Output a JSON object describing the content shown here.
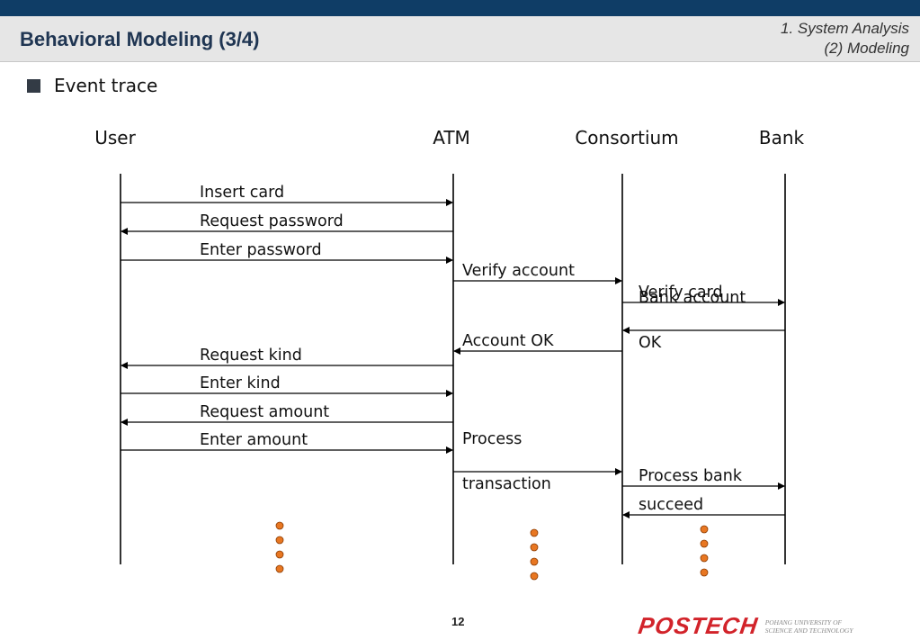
{
  "header": {
    "title": "Behavioral Modeling (3/4)",
    "section_line1": "1. System Analysis",
    "section_line2": "(2) Modeling"
  },
  "bullet": {
    "text": "Event trace"
  },
  "actors": [
    "User",
    "ATM",
    "Consortium",
    "Bank"
  ],
  "messages": [
    {
      "from": 0,
      "to": 1,
      "lines": [
        "Insert card"
      ]
    },
    {
      "from": 1,
      "to": 0,
      "lines": [
        "Request password"
      ]
    },
    {
      "from": 0,
      "to": 1,
      "lines": [
        "Enter password"
      ]
    },
    {
      "from": 1,
      "to": 2,
      "lines": [
        "Verify account"
      ]
    },
    {
      "from": 2,
      "to": 3,
      "lines": [
        "Verify card"
      ]
    },
    {
      "from": 3,
      "to": 2,
      "lines": [
        "Bank account",
        "OK"
      ]
    },
    {
      "from": 2,
      "to": 1,
      "lines": [
        "Account OK"
      ]
    },
    {
      "from": 1,
      "to": 0,
      "lines": [
        "Request kind"
      ]
    },
    {
      "from": 0,
      "to": 1,
      "lines": [
        "Enter kind"
      ]
    },
    {
      "from": 1,
      "to": 0,
      "lines": [
        "Request amount"
      ]
    },
    {
      "from": 0,
      "to": 1,
      "lines": [
        "Enter amount"
      ]
    },
    {
      "from": 1,
      "to": 2,
      "lines": [
        "Process",
        "transaction"
      ]
    },
    {
      "from": 2,
      "to": 3,
      "lines": [
        "Process bank"
      ]
    },
    {
      "from": 3,
      "to": 2,
      "lines": [
        "succeed"
      ]
    }
  ],
  "continuation_marker_color": "#e87722",
  "footer": {
    "page_number": "12",
    "logo_word": "POSTECH",
    "logo_sub_line1": "POHANG UNIVERSITY OF",
    "logo_sub_line2": "SCIENCE AND TECHNOLOGY"
  }
}
